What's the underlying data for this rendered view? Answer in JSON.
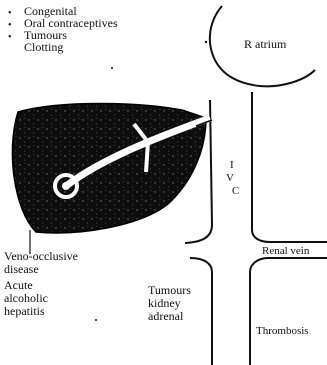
{
  "figure": {
    "causes": [
      "Congenital",
      "Oral contraceptives",
      "Tumours",
      "Clotting"
    ],
    "ivc_letters": [
      "I",
      "V",
      "C"
    ],
    "right_atrium": "R atrium",
    "renal_vein": "Renal vein",
    "vod_line1": "Veno-occlusive",
    "vod_line2": "disease",
    "alc_line1": "Acute",
    "alc_line2": "alcoholic",
    "alc_line3": "hepatitis",
    "tum_line1": "Tumours",
    "tum_line2": "kidney",
    "tum_line3": "adrenal",
    "thrombosis": "Thrombosis"
  }
}
